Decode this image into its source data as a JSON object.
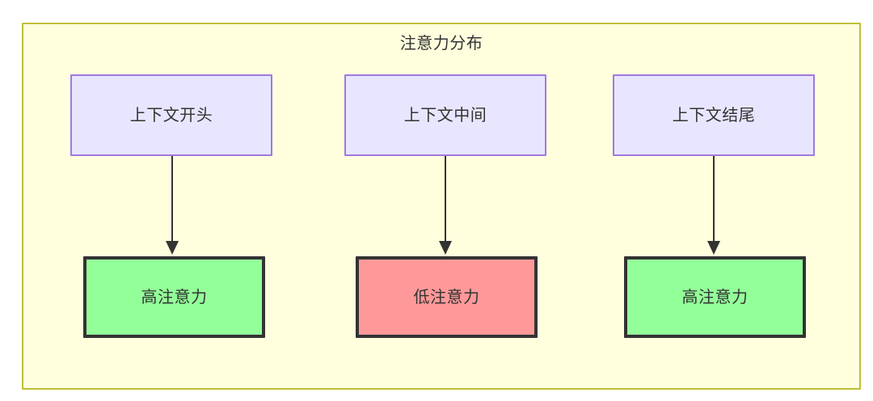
{
  "diagram": {
    "title": "注意力分布",
    "container": {
      "fill": "#ffffde",
      "stroke": "#bfbf38"
    },
    "nodes": {
      "context": [
        {
          "id": "ctx-start",
          "label": "上下文开头",
          "fill": "#e8e6ff",
          "stroke": "#9f79e0"
        },
        {
          "id": "ctx-middle",
          "label": "上下文中间",
          "fill": "#e8e6ff",
          "stroke": "#9f79e0"
        },
        {
          "id": "ctx-end",
          "label": "上下文结尾",
          "fill": "#e8e6ff",
          "stroke": "#9f79e0"
        }
      ],
      "attention": [
        {
          "id": "attn-high-start",
          "label": "高注意力",
          "fill": "#93ff99",
          "stroke": "#333333"
        },
        {
          "id": "attn-low-middle",
          "label": "低注意力",
          "fill": "#ff9999",
          "stroke": "#333333"
        },
        {
          "id": "attn-high-end",
          "label": "高注意力",
          "fill": "#93ff99",
          "stroke": "#333333"
        }
      ]
    },
    "edges": [
      {
        "from": "上下文开头",
        "to": "高注意力",
        "label": ""
      },
      {
        "from": "上下文中间",
        "to": "低注意力",
        "label": ""
      },
      {
        "from": "上下文结尾",
        "to": "高注意力",
        "label": ""
      }
    ]
  }
}
